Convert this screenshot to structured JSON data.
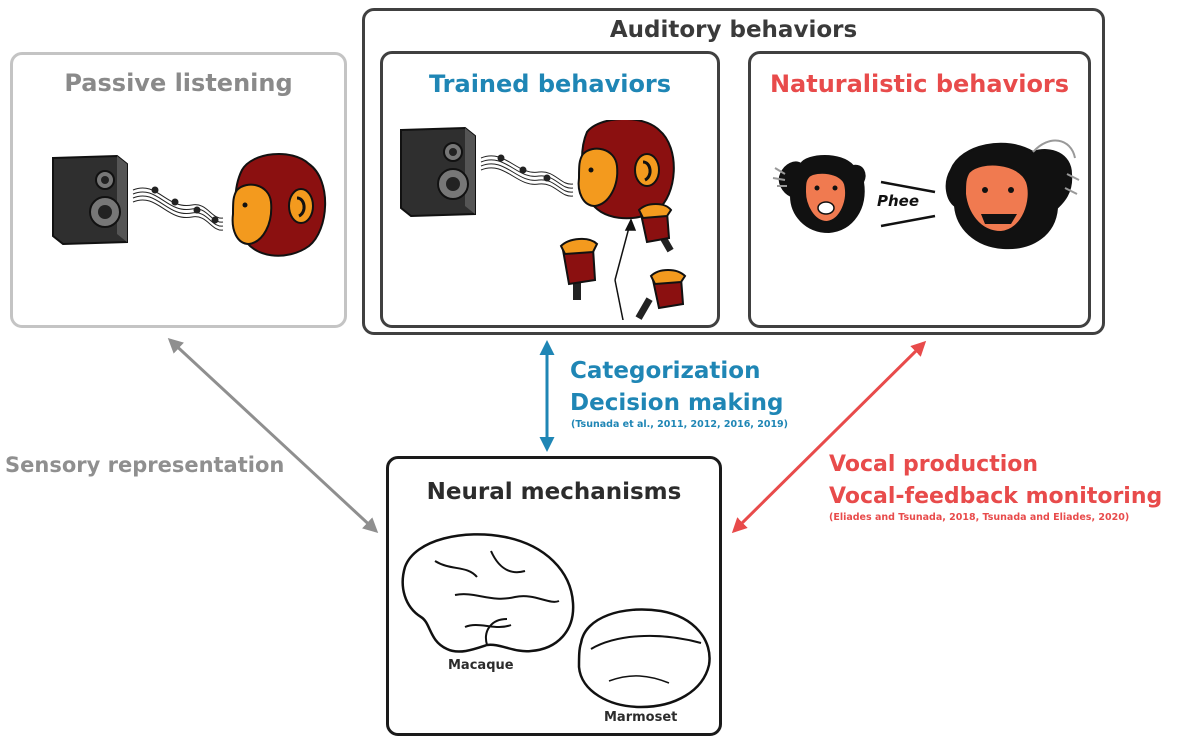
{
  "auditory": {
    "title": "Auditory behaviors"
  },
  "passive": {
    "title": "Passive listening"
  },
  "trained": {
    "title": "Trained behaviors"
  },
  "naturalistic": {
    "title": "Naturalistic behaviors",
    "call_label": "Phee"
  },
  "neural": {
    "title": "Neural mechanisms",
    "macaque_label": "Macaque",
    "marmoset_label": "Marmoset"
  },
  "links": {
    "sensory": "Sensory representation",
    "categorization": "Categorization",
    "decision": "Decision making",
    "categorization_ref": "(Tsunada et al., 2011, 2012, 2016, 2019)",
    "vocal_production": "Vocal production",
    "vocal_feedback": "Vocal-feedback monitoring",
    "vocal_ref": "(Eliades and Tsunada, 2018, Tsunada and Eliades, 2020)"
  },
  "colors": {
    "gray": "#8f8f8f",
    "blue": "#1f86b5",
    "red": "#e84b4b",
    "maroon": "#8b1010",
    "orange": "#f39a1e"
  }
}
